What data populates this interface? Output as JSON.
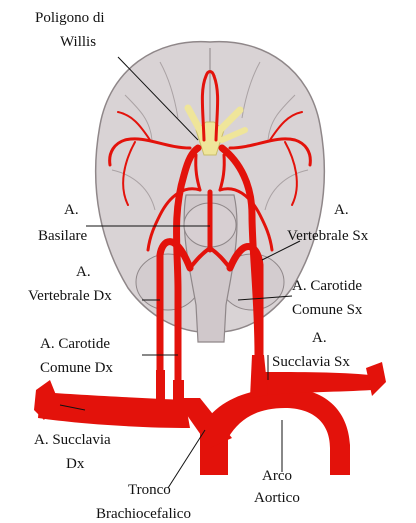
{
  "labels": {
    "poligono_line1": "Poligono di",
    "poligono_line2": "Willis",
    "basilare_line1": "A.",
    "basilare_line2": "Basilare",
    "vert_sx_line1": "A.",
    "vert_sx_line2": "Vertebrale Sx",
    "vert_dx_line1": "A.",
    "vert_dx_line2": "Vertebrale Dx",
    "carotide_sx_line1": "A. Carotide",
    "carotide_sx_line2": "Comune Sx",
    "carotide_dx_line1": "A. Carotide",
    "carotide_dx_line2": "Comune Dx",
    "succlavia_sx_line1": "A.",
    "succlavia_sx_line2": "Succlavia Sx",
    "succlavia_dx_line1": "A. Succlavia",
    "succlavia_dx_line2": "Dx",
    "tronco_line1": "Tronco",
    "tronco_line2": "Brachiocefalico",
    "arco_line1": "Arco",
    "arco_line2": "Aortico"
  },
  "colors": {
    "artery": "#e3120b",
    "artery_dark": "#a30b07",
    "brain": "#d9d3d5",
    "brain_outline": "#8f8789",
    "willis_yellow": "#efe59a",
    "text": "#111111"
  }
}
